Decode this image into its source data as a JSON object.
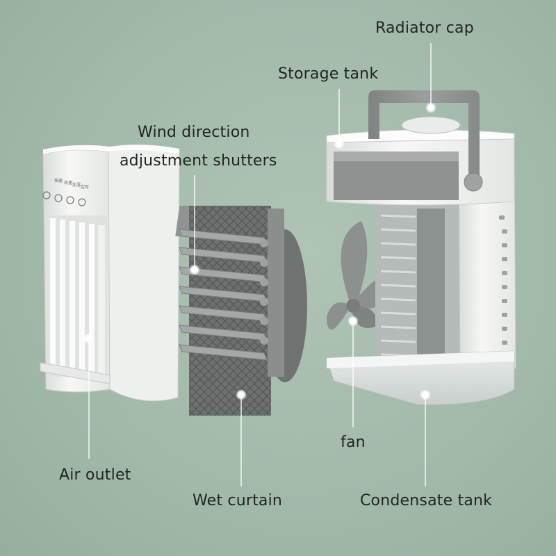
{
  "labels": {
    "radiator_cap": "Radiator cap",
    "storage_tank": "Storage tank",
    "wind_direction_line1": "Wind direction",
    "wind_direction_line2": "adjustment shutters",
    "fan": "fan",
    "air_outlet": "Air outlet",
    "wet_curtain": "Wet curtain",
    "condensate_tank": "Condensate tank"
  },
  "panel_text": [
    "快速",
    "风速",
    "加湿",
    "定时"
  ],
  "colors": {
    "background": "#a3b9aa",
    "label_text": "#1e2622",
    "body_white": "#f2f3f1",
    "plastic_gray": "#8f9492",
    "callout_line": "#ffffff"
  }
}
